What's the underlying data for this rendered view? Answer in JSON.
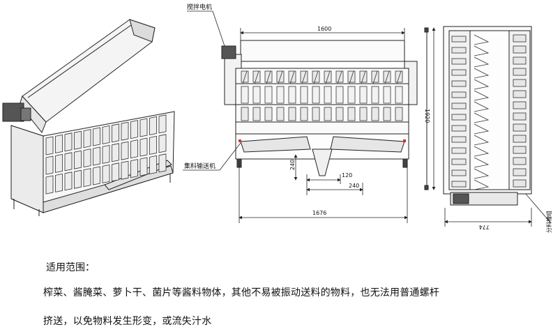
{
  "drawing": {
    "labels": {
      "motor": "搅拌电机",
      "conveyor": "集料输送机",
      "side_callout": "分料槽组"
    },
    "dimensions": {
      "width_top": "1600",
      "height_right": "1920",
      "width_bottom": "1676",
      "depth_bottom": "774",
      "d240_vertical": "240",
      "d120": "120",
      "d240": "240"
    }
  },
  "caption": {
    "title": "适用范围：",
    "line1": "榨菜、酱腌菜、萝卜干、菌片等酱料物体，其他不易被振动送料的物料，也无法用普通螺杆",
    "line2": "挤送，以免物料发生形变，或流失汁水"
  }
}
